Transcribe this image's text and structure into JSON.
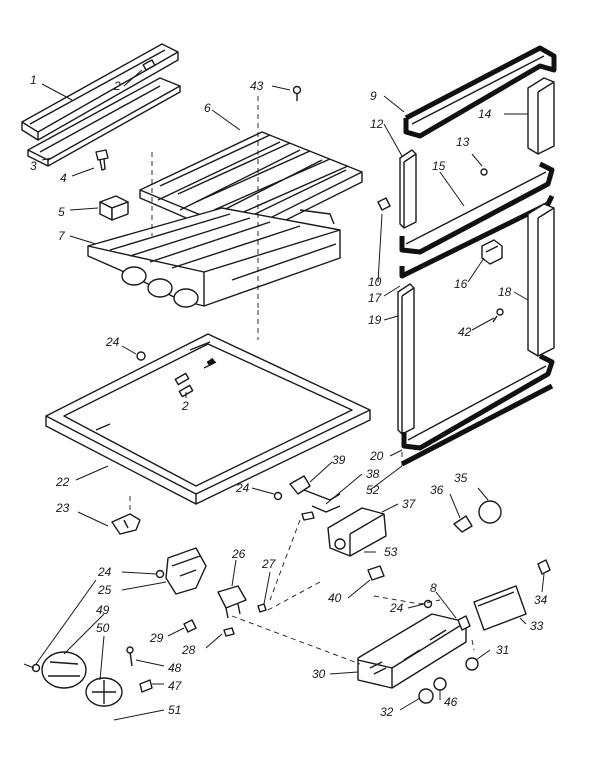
{
  "labels": {
    "p1": "1",
    "p2a": "2",
    "p2b": "2",
    "p3": "3",
    "p4": "4",
    "p5": "5",
    "p6": "6",
    "p7": "7",
    "p8": "8",
    "p9": "9",
    "p10": "10",
    "p12": "12",
    "p13": "13",
    "p14": "14",
    "p15": "15",
    "p16": "16",
    "p17": "17",
    "p18": "18",
    "p19": "19",
    "p20": "20",
    "p22": "22",
    "p23": "23",
    "p24a": "24",
    "p24b": "24",
    "p24c": "24",
    "p24d": "24",
    "p25": "25",
    "p26": "26",
    "p27": "27",
    "p28": "28",
    "p29": "29",
    "p30": "30",
    "p31": "31",
    "p32": "32",
    "p33": "33",
    "p34": "34",
    "p35": "35",
    "p36": "36",
    "p37": "37",
    "p38": "38",
    "p39": "39",
    "p40": "40",
    "p42": "42",
    "p43": "43",
    "p46": "46",
    "p47": "47",
    "p48": "48",
    "p49": "49",
    "p50": "50",
    "p51": "51",
    "p52": "52",
    "p53": "53"
  }
}
